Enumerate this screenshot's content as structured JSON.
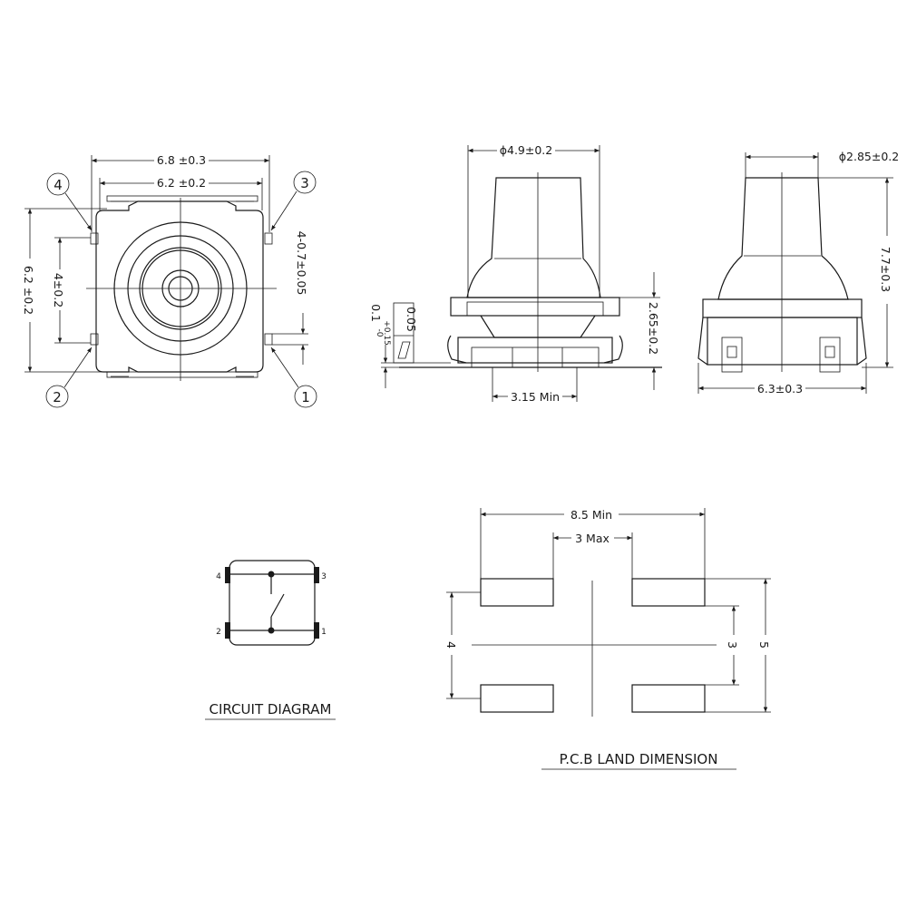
{
  "top_view": {
    "dim_width_outer": "6.8 ±0.3",
    "dim_width_inner": "6.2 ±0.2",
    "dim_height": "6.2 ±0.2",
    "dim_pitch": "4±0.2",
    "dim_lead": "4-0.7±0.05",
    "pin_1": "1",
    "pin_2": "2",
    "pin_3": "3",
    "pin_4": "4"
  },
  "front_view": {
    "dim_actuator": "ϕ4.9±0.2",
    "dim_height": "2.65±0.2",
    "dim_bottom": "3.15 Min",
    "dim_standoff": "0.1",
    "dim_standoff_tol_plus": "+0.15",
    "dim_standoff_tol_minus": "-0",
    "flatness_value": "0.05"
  },
  "side_view": {
    "dim_actuator": "ϕ2.85±0.2",
    "dim_height": "7.7±0.3",
    "dim_width": "6.3±0.3"
  },
  "circuit": {
    "pin_1": "1",
    "pin_2": "2",
    "pin_3": "3",
    "pin_4": "4",
    "title": "CIRCUIT DIAGRAM"
  },
  "pcb": {
    "dim_overall": "8.5 Min",
    "dim_gap": "3 Max",
    "dim_left": "4",
    "dim_right_inner": "3",
    "dim_right_outer": "5",
    "title": "P.C.B LAND DIMENSION"
  }
}
